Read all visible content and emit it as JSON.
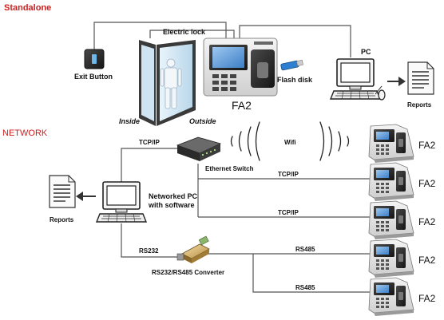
{
  "sections": {
    "standalone": "Standalone",
    "network": "NETWORK"
  },
  "standalone": {
    "exit_button": "Exit Button",
    "electric_lock": "Electric lock",
    "inside": "Inside",
    "outside": "Outside",
    "device_label": "FA2",
    "flash_disk": "Flash disk",
    "pc": "PC",
    "reports": "Reports"
  },
  "network": {
    "tcpip_pc": "TCP/IP",
    "ethernet_switch": "Ethernet Switch",
    "wifi": "Wifi",
    "tcpip_1": "TCP/IP",
    "tcpip_2": "TCP/IP",
    "networked_pc_line1": "Networked PC",
    "networked_pc_line2": "with software",
    "reports": "Reports",
    "rs232": "RS232",
    "converter": "RS232/RS485 Converter",
    "rs485_1": "RS485",
    "rs485_2": "RS485",
    "devices": [
      "FA2",
      "FA2",
      "FA2",
      "FA2",
      "FA2"
    ]
  },
  "colors": {
    "section_title": "#cc1f1f",
    "wire": "#555555"
  },
  "icons": {
    "exit_button": "exit-button-icon",
    "door": "door-icon",
    "terminal": "fa2-terminal-icon",
    "flash": "flash-disk-icon",
    "pc": "computer-icon",
    "report": "report-document-icon",
    "mouse": "mouse-icon",
    "switch": "ethernet-switch-icon",
    "converter": "converter-icon",
    "wifi": "wifi-waves-icon"
  }
}
